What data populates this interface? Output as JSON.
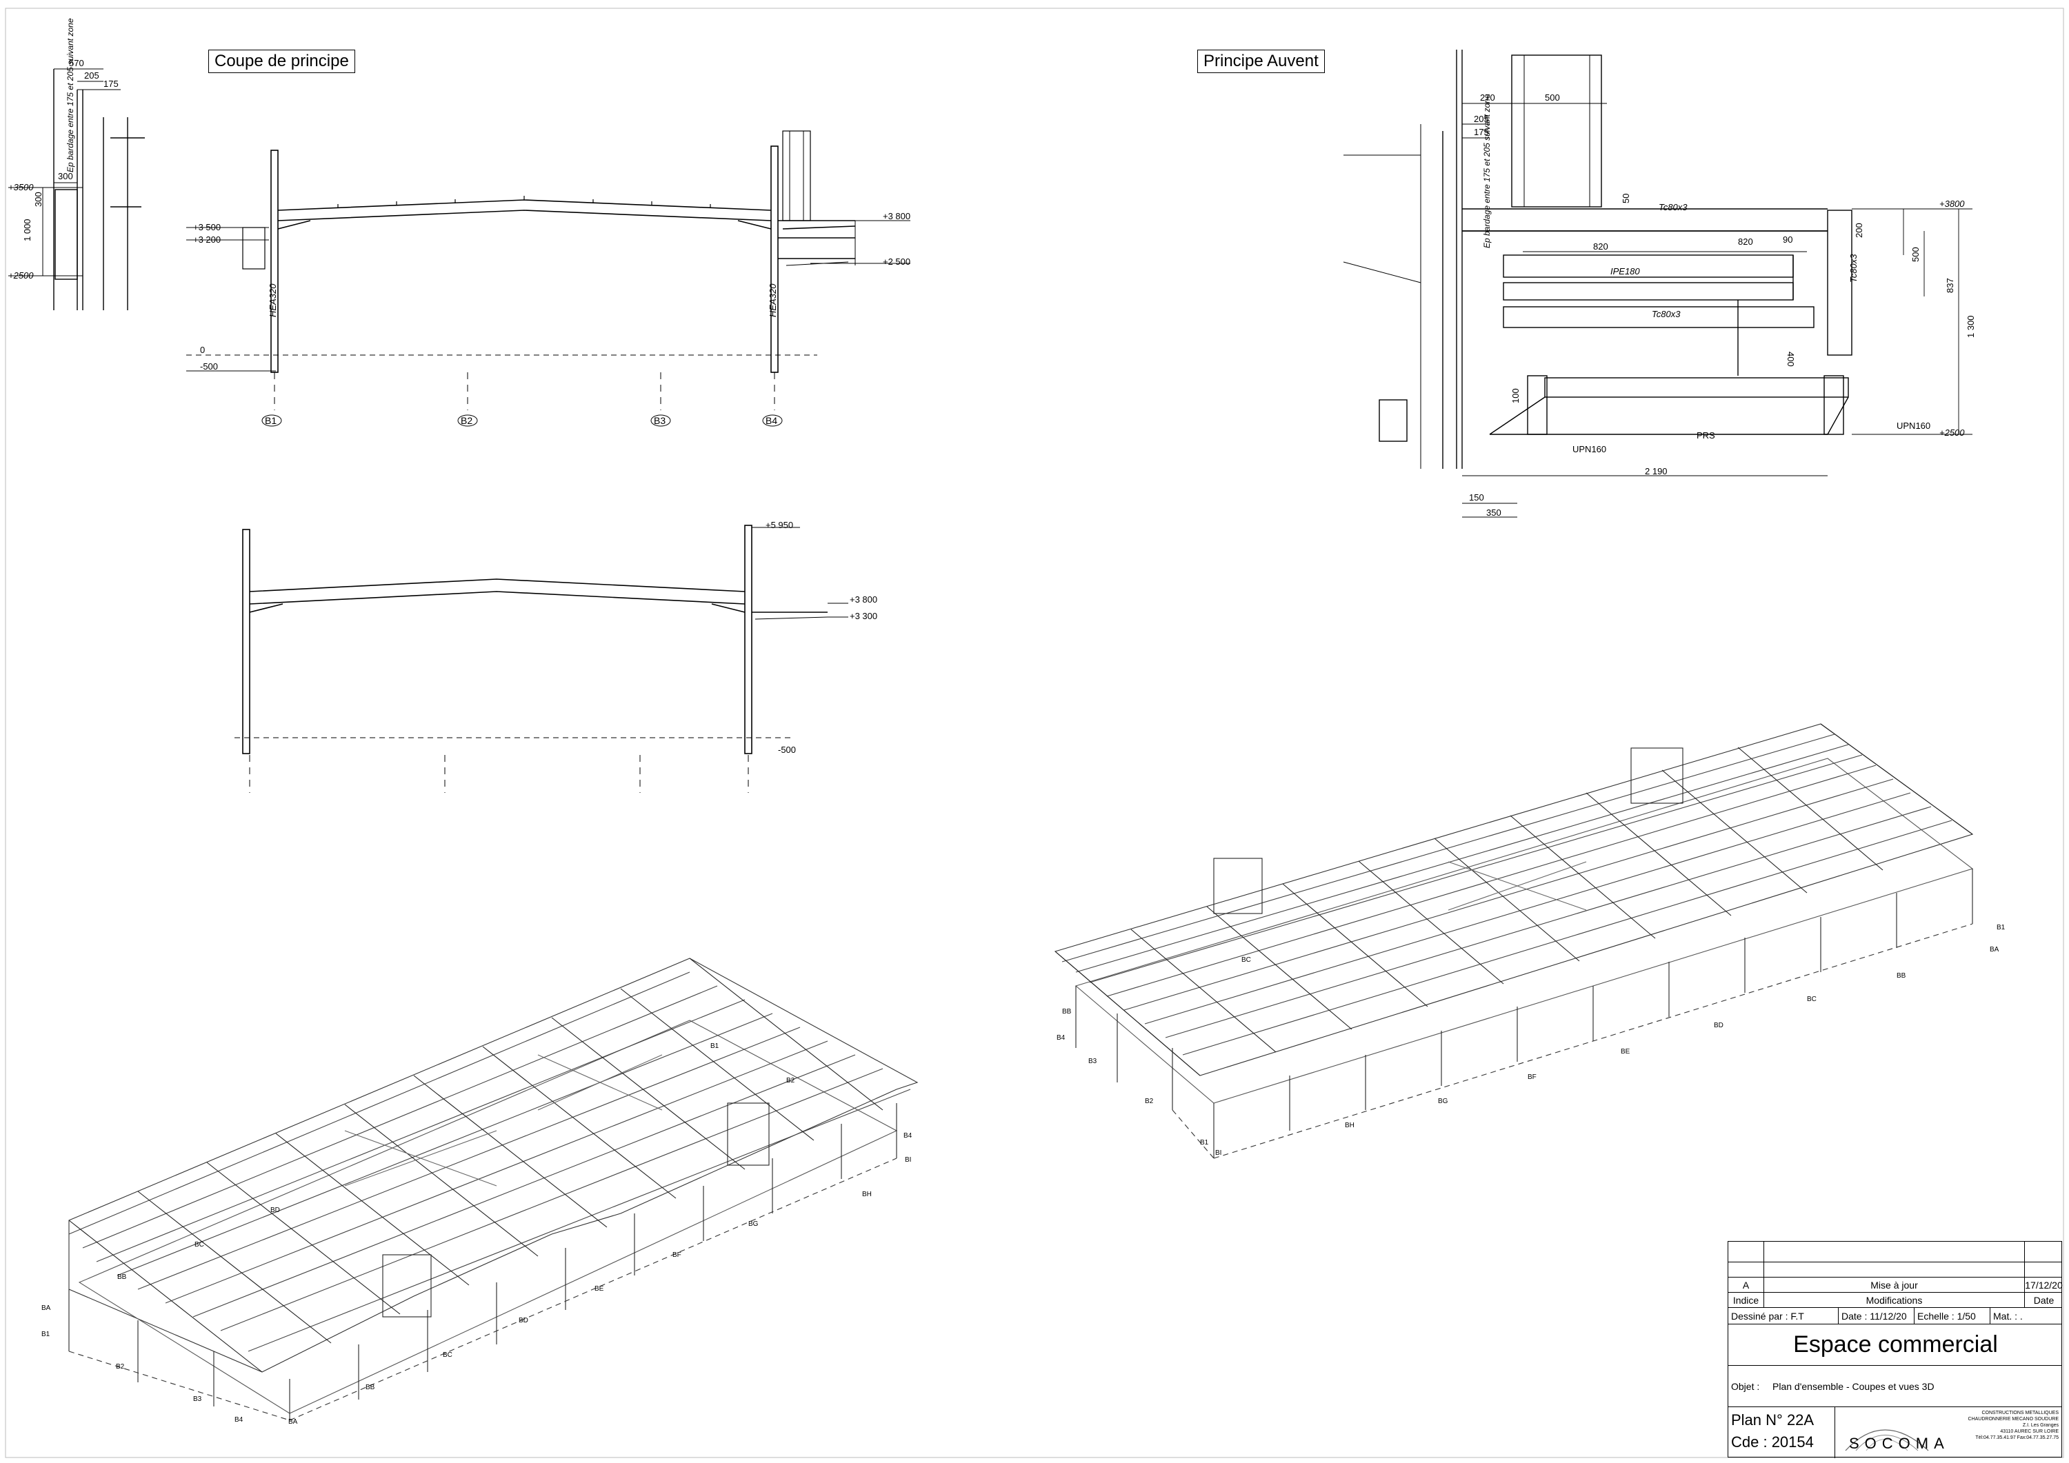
{
  "sheet": {
    "titles": {
      "coupe": "Coupe de principe",
      "auvent": "Principe Auvent"
    },
    "detail_left": {
      "dims": [
        "570",
        "205",
        "175",
        "300",
        "300",
        "1 000"
      ],
      "levels": [
        "+3500",
        "+2500"
      ],
      "note": "Ep bardage entre 175 et 205 suivant zone"
    },
    "coupe1": {
      "levels_left": [
        "+3 500",
        "+3 200",
        "0",
        "-500"
      ],
      "levels_right": [
        "+3 800",
        "+2 500"
      ],
      "profiles": [
        "HEA320",
        "HEA320"
      ],
      "grid": [
        "B1",
        "B2",
        "B3",
        "B4"
      ]
    },
    "coupe2": {
      "levels": [
        "+5 950",
        "+3 800",
        "+3 300",
        "-500"
      ]
    },
    "auvent": {
      "dims_top": [
        "270",
        "500",
        "205",
        "175",
        "50"
      ],
      "dims_mid": [
        "820",
        "820",
        "90",
        "200",
        "500",
        "837",
        "1 300",
        "400",
        "100"
      ],
      "dims_bottom": [
        "2 190",
        "150",
        "350"
      ],
      "levels": [
        "+3800",
        "+2500"
      ],
      "profiles": [
        "Tc80x3",
        "IPE180",
        "Tc80x3",
        "Tc80x3",
        "UPN160",
        "UPN160",
        "PRS"
      ],
      "note": "Ep bardage entre 175 et 205 suivant zone"
    },
    "iso_left_labels": [
      "BA",
      "B1",
      "B2",
      "B3",
      "B4",
      "BA",
      "BB",
      "BC",
      "BD",
      "BE",
      "BF",
      "BG",
      "BH",
      "B4",
      "BI",
      "B1",
      "B2",
      "BB",
      "BC",
      "BD"
    ],
    "iso_right_labels": [
      "B1",
      "BA",
      "BB",
      "BC",
      "BD",
      "BE",
      "BF",
      "BG",
      "BH",
      "BI",
      "B1",
      "B2",
      "B3",
      "B4",
      "BB",
      "BC"
    ]
  },
  "title_block": {
    "rev_letter": "A",
    "rev_desc": "Mise à jour",
    "rev_date": "17/12/20",
    "indice_label": "Indice",
    "modifications_label": "Modifications",
    "date_label": "Date",
    "drawn_by": "Dessiné par : F.T",
    "date": "Date : 11/12/20",
    "scale": "Echelle : 1/50",
    "mat": "Mat. : .",
    "project": "Espace commercial",
    "objet_label": "Objet :",
    "objet": "Plan d'ensemble - Coupes et vues 3D",
    "plan_no": "Plan N°  22A",
    "cde": "Cde :  20154",
    "company_lines": [
      "CONSTRUCTIONS METALLIQUES",
      "CHAUDRONNERIE MECANO SOUDURE",
      "Z.I. Les Granges",
      "43110 AUREC SUR LOIRE",
      "Tél:04.77.35.41.97 Fax:04.77.35.27.75"
    ],
    "company": "SOCOMA"
  }
}
